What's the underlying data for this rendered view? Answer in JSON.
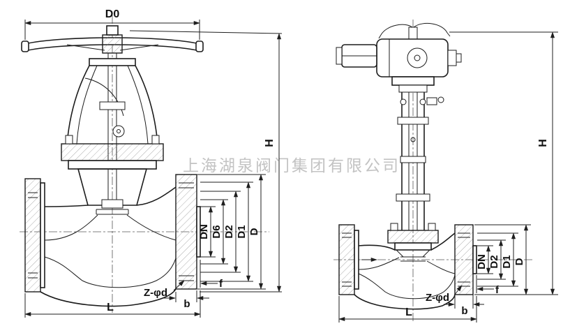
{
  "watermark": "上海湖泉阀门集团有限公司",
  "left_valve": {
    "dims": {
      "D0": "D0",
      "H": "H",
      "DN": "DN",
      "D6": "D6",
      "D2": "D2",
      "D1": "D1",
      "D": "D",
      "Zd": "Z-φd",
      "f": "f",
      "b": "b",
      "L": "L"
    }
  },
  "right_valve": {
    "dims": {
      "H": "H",
      "DN": "DN",
      "D2": "D2",
      "D1": "D1",
      "D": "D",
      "Zd": "Z-φd",
      "f": "f",
      "b": "b",
      "L": "L"
    }
  }
}
